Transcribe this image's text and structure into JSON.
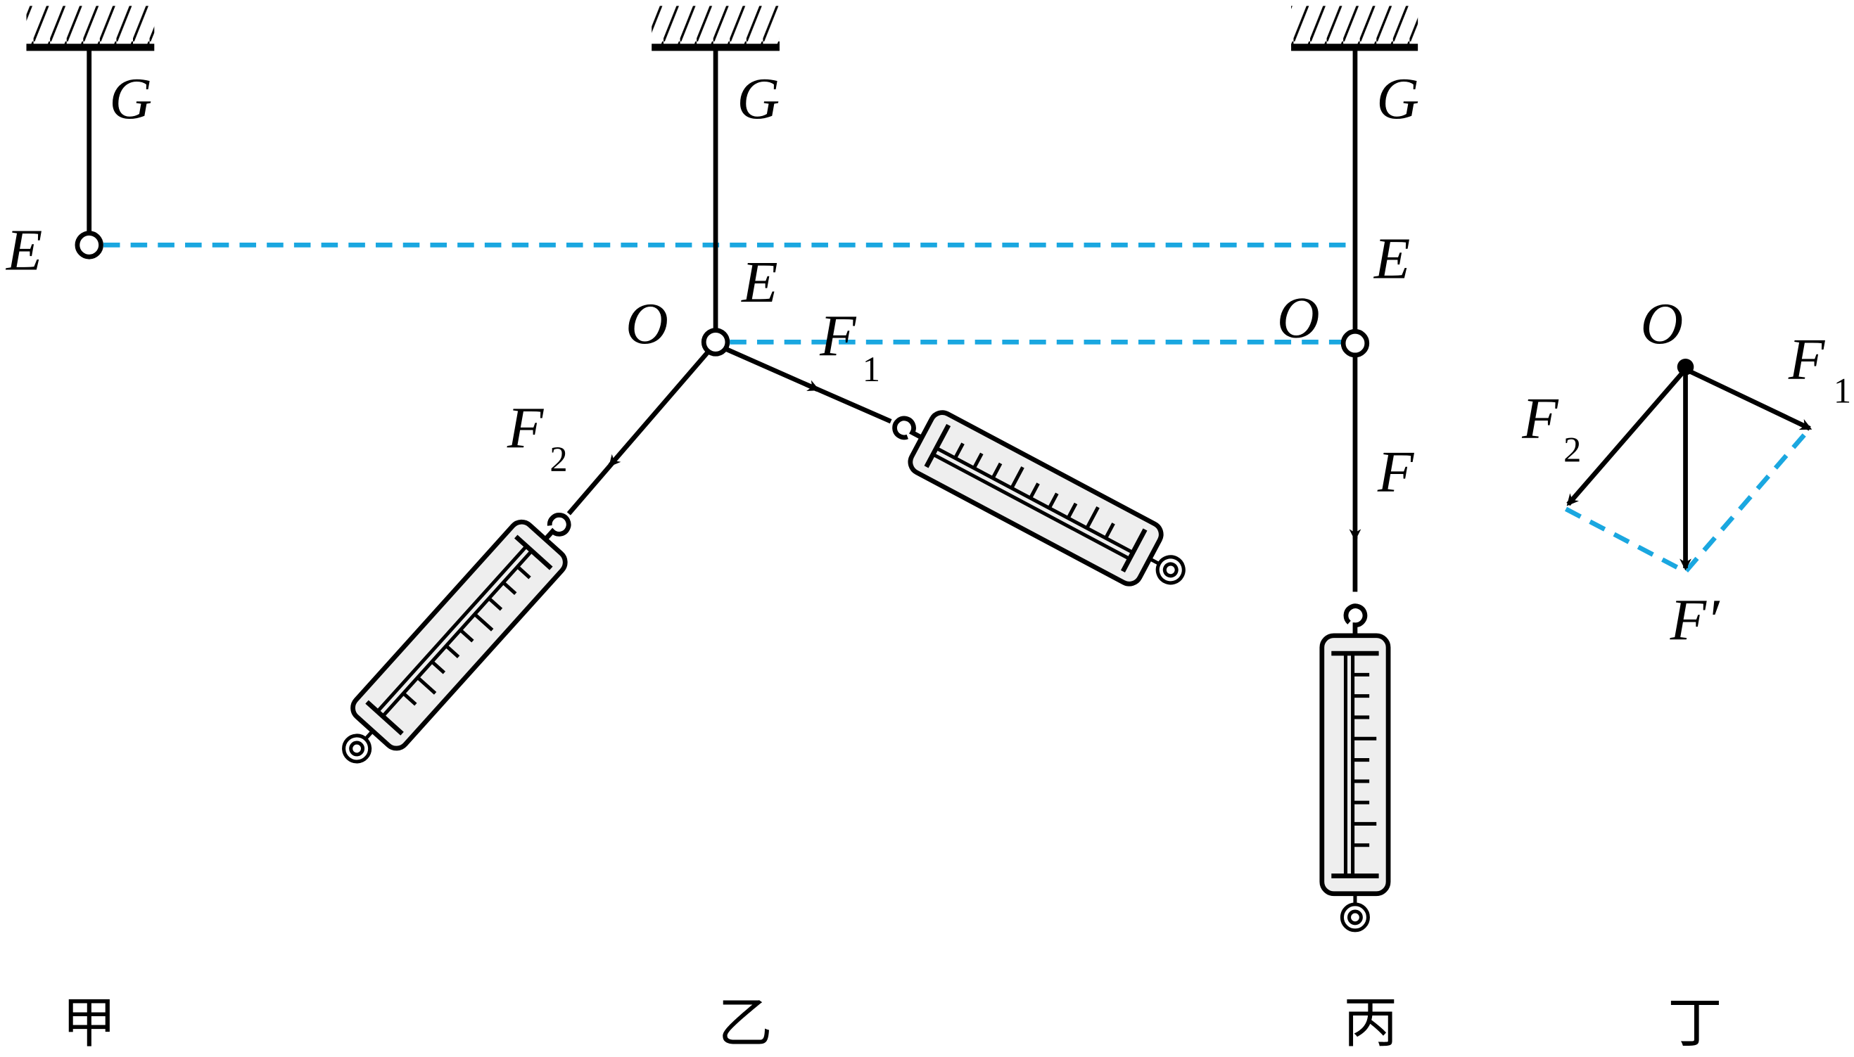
{
  "colors": {
    "line": "#000000",
    "dashed": "#1aa7e0",
    "scale_body": "#eeeeee"
  },
  "panels": {
    "jia": {
      "caption": "甲",
      "G": "G",
      "E": "E"
    },
    "yi": {
      "caption": "乙",
      "G": "G",
      "E": "E",
      "O": "O",
      "F1": "F",
      "F1_sub": "1",
      "F2": "F",
      "F2_sub": "2"
    },
    "bing": {
      "caption": "丙",
      "G": "G",
      "E": "E",
      "O": "O",
      "F": "F"
    },
    "ding": {
      "caption": "丁",
      "O": "O",
      "F1": "F",
      "F1_sub": "1",
      "F2": "F",
      "F2_sub": "2",
      "Fprime": "F′"
    }
  }
}
